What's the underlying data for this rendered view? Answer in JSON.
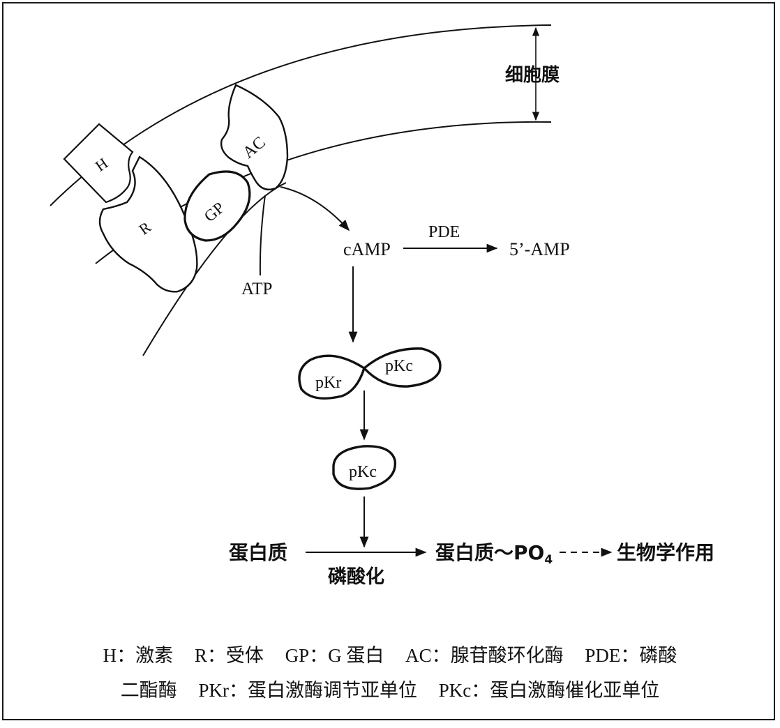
{
  "diagram": {
    "membrane_label": "细胞膜",
    "hormone": "H",
    "receptor": "R",
    "g_protein": "GP",
    "adenylate_cyclase": "AC",
    "atp": "ATP",
    "camp": "cAMP",
    "pde": "PDE",
    "amp_5": "5’-AMP",
    "pkr": "pKr",
    "pkc": "pKc",
    "pkc_free": "pKc",
    "protein": "蛋白质",
    "phosphorylation": "磷酸化",
    "phospho_protein": "蛋白质～PO",
    "phospho_subscript": "4",
    "bio_effect": "生物学作用"
  },
  "legend": {
    "line1": [
      "H：激素",
      "R：受体",
      "GP：G 蛋白",
      "AC：腺苷酸环化酶",
      "PDE：磷酸"
    ],
    "line2": [
      "二酯酶",
      "PKr：蛋白激酶调节亚单位",
      "PKc：蛋白激酶催化亚单位"
    ]
  },
  "colors": {
    "ink": "#111111",
    "background": "#ffffff"
  }
}
